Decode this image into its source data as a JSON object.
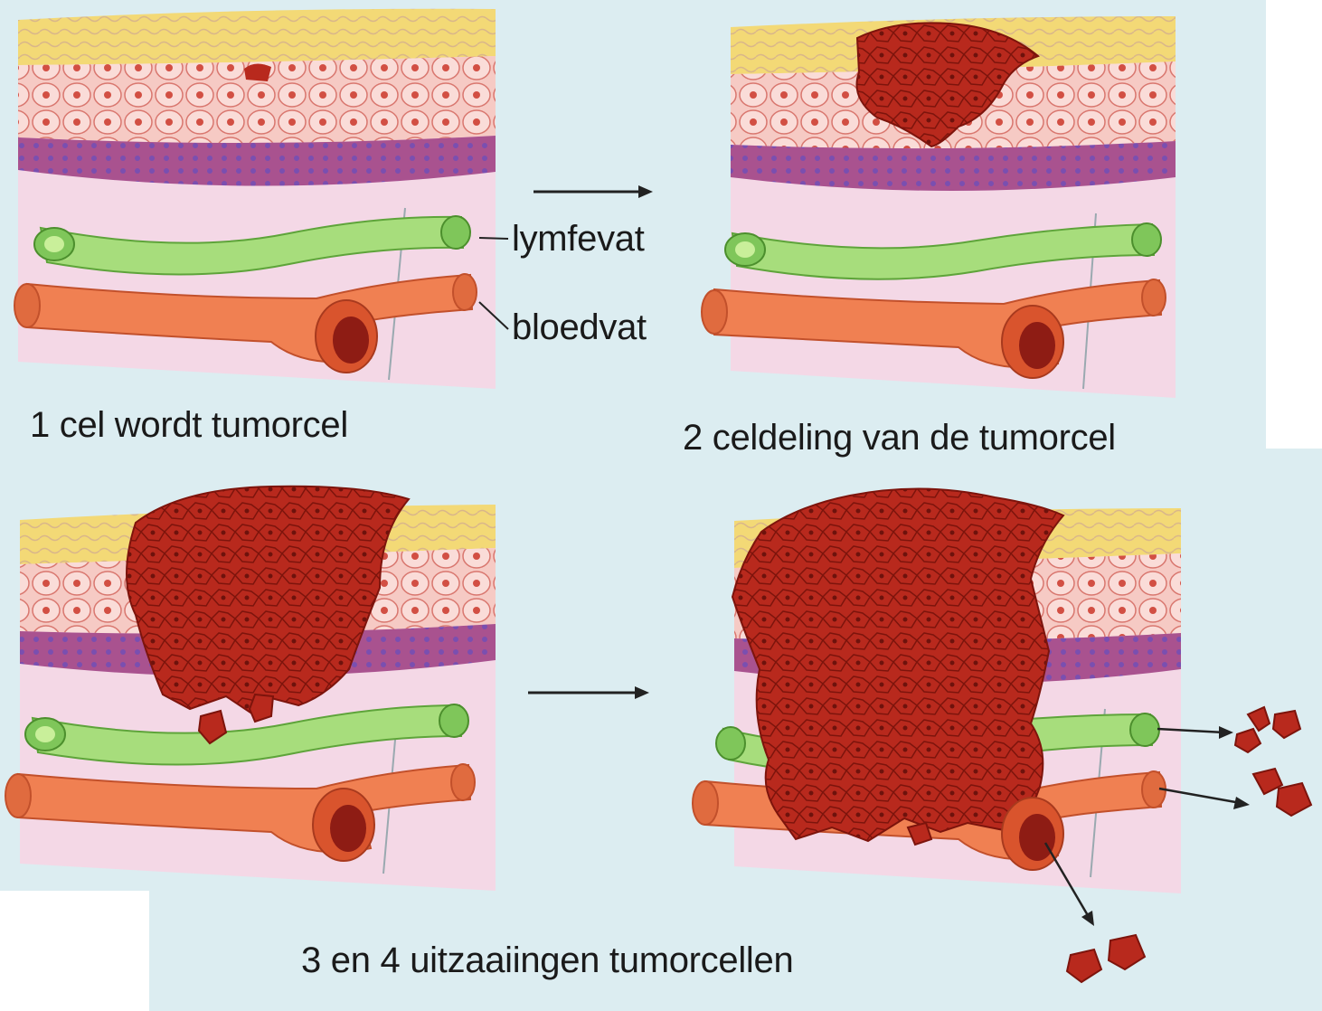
{
  "labels": {
    "lymph_vessel": "lymfevat",
    "blood_vessel": "bloedvat"
  },
  "captions": {
    "stage1": "1 cel wordt tumorcel",
    "stage2": "2 celdeling van de tumorcel",
    "stage34": "3 en 4 uitzaaiingen tumorcellen"
  },
  "colors": {
    "background": "#dcedf1",
    "epidermis_top": "#f3d976",
    "cell_layer": "#f6c9c4",
    "cell_nucleus": "#d8564a",
    "basal_layer": "#9c4f8c",
    "dermis": "#f4d8e6",
    "lymph_vessel": "#a7dd7c",
    "blood_vessel": "#f08052",
    "tumor": "#b8291d",
    "arrow": "#222222"
  }
}
